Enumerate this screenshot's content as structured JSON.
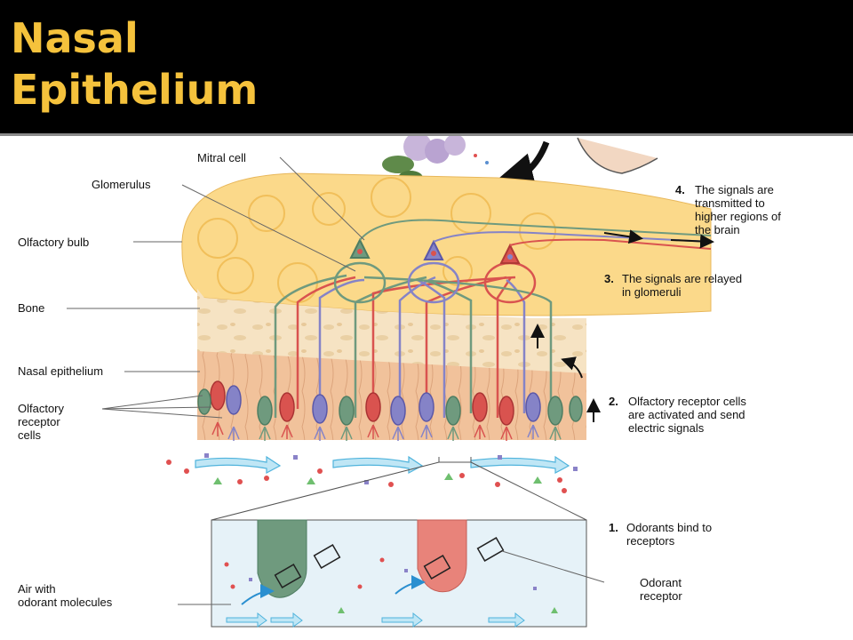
{
  "slide": {
    "title_line1": "Nasal",
    "title_line2": "Epithelium"
  },
  "labels": {
    "mitral_cell": "Mitral cell",
    "glomerulus": "Glomerulus",
    "olfactory_bulb": "Olfactory bulb",
    "bone": "Bone",
    "nasal_epithelium": "Nasal epithelium",
    "receptor_cells": [
      "Olfactory",
      "receptor",
      "cells"
    ],
    "air_with": [
      "Air with",
      "odorant molecules"
    ],
    "odorant_receptor": [
      "Odorant",
      "receptor"
    ]
  },
  "steps": [
    {
      "num": "1.",
      "lines": [
        "Odorants bind to",
        "receptors"
      ]
    },
    {
      "num": "2.",
      "lines": [
        "Olfactory receptor cells",
        "are activated and send",
        "electric signals"
      ]
    },
    {
      "num": "3.",
      "lines": [
        "The signals are relayed",
        "in glomeruli"
      ]
    },
    {
      "num": "4.",
      "lines": [
        "The signals are",
        "transmitted to",
        "higher regions of",
        "the brain"
      ]
    }
  ],
  "colors": {
    "title": "#f5c23c",
    "bulb": "#fbd98a",
    "bone": "#f7e4c4",
    "epithelium": "#f3c49a",
    "green_cell": "#6f9a7e",
    "blue_cell": "#8583c7",
    "red_cell": "#d9534f"
  }
}
